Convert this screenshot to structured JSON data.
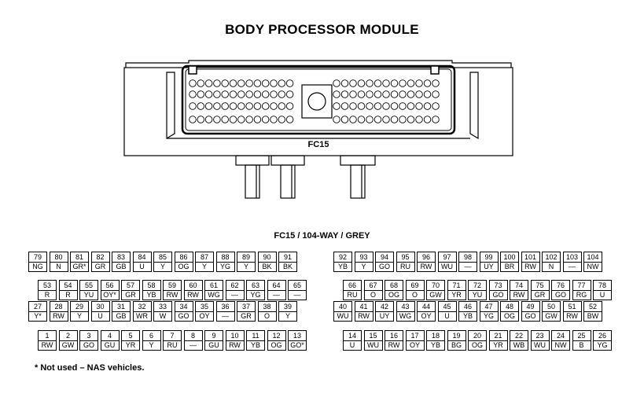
{
  "title": "BODY PROCESSOR MODULE",
  "connector_label": "FC15",
  "pin_table_title": "FC15 / 104-WAY / GREY",
  "footnote": "* Not used – NAS vehicles.",
  "rows": [
    [
      [
        [
          "79",
          "NG"
        ],
        [
          "80",
          "N"
        ],
        [
          "81",
          "GR*"
        ],
        [
          "82",
          "GR"
        ],
        [
          "83",
          "GB"
        ],
        [
          "84",
          "U"
        ],
        [
          "85",
          "Y"
        ],
        [
          "86",
          "OG"
        ],
        [
          "87",
          "Y"
        ],
        [
          "88",
          "YG"
        ],
        [
          "89",
          "Y"
        ],
        [
          "90",
          "BK"
        ],
        [
          "91",
          "BK"
        ]
      ],
      [
        [
          "92",
          "YB"
        ],
        [
          "93",
          "Y"
        ],
        [
          "94",
          "GO"
        ],
        [
          "95",
          "RU"
        ],
        [
          "96",
          "RW"
        ],
        [
          "97",
          "WU"
        ],
        [
          "98",
          "—"
        ],
        [
          "99",
          "UY"
        ],
        [
          "100",
          "BR"
        ],
        [
          "101",
          "RW"
        ],
        [
          "102",
          "N"
        ],
        [
          "103",
          "—"
        ],
        [
          "104",
          "NW"
        ]
      ]
    ],
    [
      [
        [
          "53",
          "R"
        ],
        [
          "54",
          "R"
        ],
        [
          "55",
          "YU"
        ],
        [
          "56",
          "OY*"
        ],
        [
          "57",
          "GR"
        ],
        [
          "58",
          "YB"
        ],
        [
          "59",
          "RW"
        ],
        [
          "60",
          "RW"
        ],
        [
          "61",
          "WG"
        ],
        [
          "62",
          "—"
        ],
        [
          "63",
          "YG"
        ],
        [
          "64",
          "—"
        ],
        [
          "65",
          "—"
        ]
      ],
      [
        [
          "66",
          "RU"
        ],
        [
          "67",
          "O"
        ],
        [
          "68",
          "OG"
        ],
        [
          "69",
          "O"
        ],
        [
          "70",
          "GW"
        ],
        [
          "71",
          "YR"
        ],
        [
          "72",
          "YU"
        ],
        [
          "73",
          "GO"
        ],
        [
          "74",
          "RW"
        ],
        [
          "75",
          "GR"
        ],
        [
          "76",
          "GO"
        ],
        [
          "77",
          "RG"
        ],
        [
          "78",
          "U"
        ]
      ]
    ],
    [
      [
        [
          "27",
          "Y*"
        ],
        [
          "28",
          "RW"
        ],
        [
          "29",
          "Y"
        ],
        [
          "30",
          "U"
        ],
        [
          "31",
          "GB"
        ],
        [
          "32",
          "WR"
        ],
        [
          "33",
          "W"
        ],
        [
          "34",
          "GO"
        ],
        [
          "35",
          "OY"
        ],
        [
          "36",
          "—"
        ],
        [
          "37",
          "GR"
        ],
        [
          "38",
          "O"
        ],
        [
          "39",
          "Y"
        ]
      ],
      [
        [
          "40",
          "WU"
        ],
        [
          "41",
          "RW"
        ],
        [
          "42",
          "UY"
        ],
        [
          "43",
          "WG"
        ],
        [
          "44",
          "OY"
        ],
        [
          "45",
          "U"
        ],
        [
          "46",
          "YB"
        ],
        [
          "47",
          "YG"
        ],
        [
          "48",
          "OG"
        ],
        [
          "49",
          "GO"
        ],
        [
          "50",
          "GW"
        ],
        [
          "51",
          "RW"
        ],
        [
          "52",
          "BW"
        ]
      ]
    ],
    [
      [
        [
          "1",
          "RW"
        ],
        [
          "2",
          "GW"
        ],
        [
          "3",
          "GO"
        ],
        [
          "4",
          "GU"
        ],
        [
          "5",
          "YR"
        ],
        [
          "6",
          "Y"
        ],
        [
          "7",
          "RU"
        ],
        [
          "8",
          "—"
        ],
        [
          "9",
          "GU"
        ],
        [
          "10",
          "RW"
        ],
        [
          "11",
          "YB"
        ],
        [
          "12",
          "OG"
        ],
        [
          "13",
          "GO*"
        ]
      ],
      [
        [
          "14",
          "U"
        ],
        [
          "15",
          "WU"
        ],
        [
          "16",
          "RW"
        ],
        [
          "17",
          "OY"
        ],
        [
          "18",
          "YB"
        ],
        [
          "19",
          "BG"
        ],
        [
          "20",
          "OG"
        ],
        [
          "21",
          "YR"
        ],
        [
          "22",
          "WB"
        ],
        [
          "23",
          "WU"
        ],
        [
          "24",
          "NW"
        ],
        [
          "25",
          "B"
        ],
        [
          "26",
          "YG"
        ]
      ]
    ]
  ]
}
